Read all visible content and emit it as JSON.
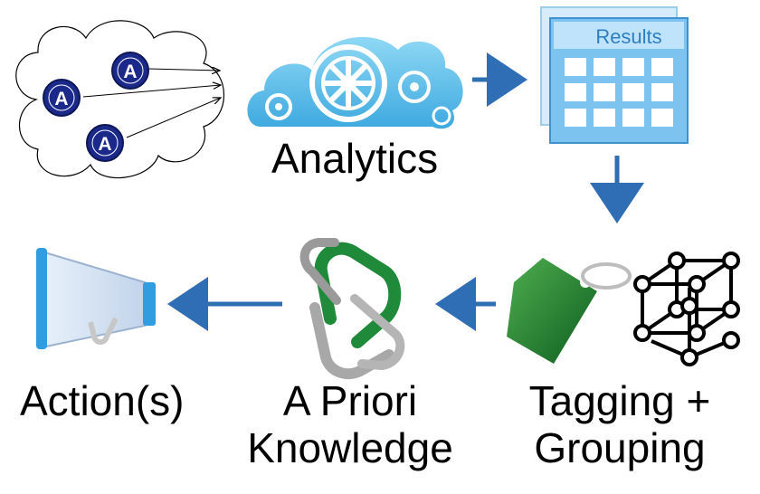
{
  "cloud": {
    "node_letter": "A",
    "node_count": 3
  },
  "analytics": {
    "label": "Analytics",
    "icon": "gear-cloud-icon"
  },
  "results": {
    "label": "Results",
    "icon": "results-grid-icon"
  },
  "tagging": {
    "line1": "Tagging +",
    "line2": "Grouping",
    "icons": [
      "tag-icon",
      "network-cube-icon"
    ]
  },
  "apriori": {
    "line1": "A Priori",
    "line2": "Knowledge",
    "icon": "chain-link-icon"
  },
  "action": {
    "label": "Action(s)",
    "icon": "megaphone-icon"
  },
  "colors": {
    "node": "#1b2a8a",
    "flow_arrow": "#2f6db5",
    "cloud_blue": "#5cc0ea",
    "tag_green": "#1f7a2e"
  }
}
